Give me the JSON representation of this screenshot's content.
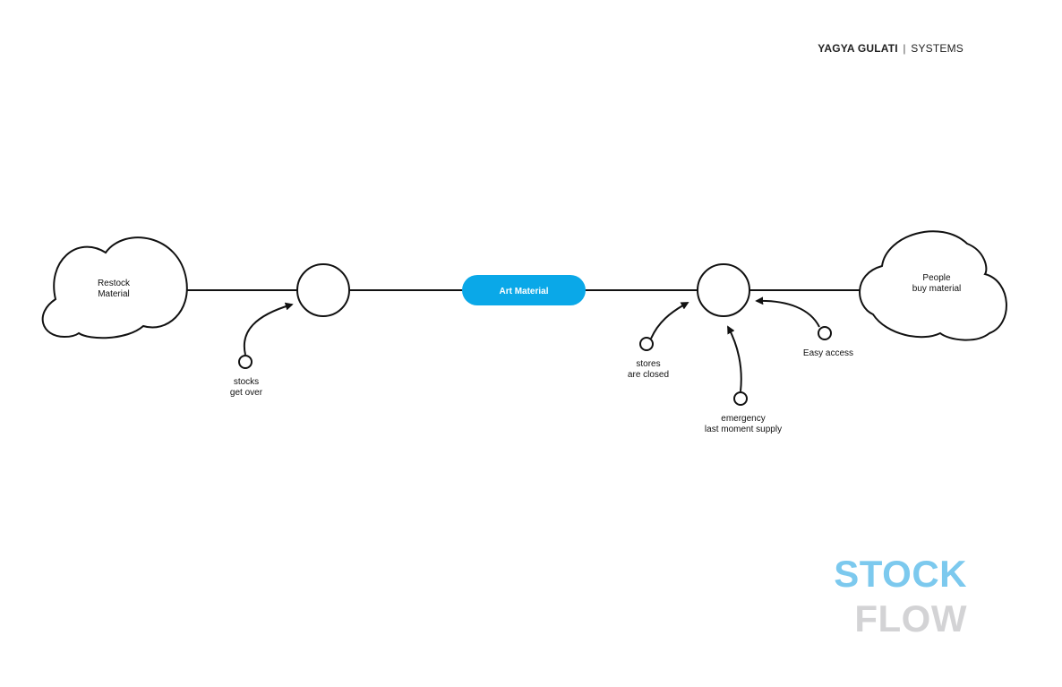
{
  "header": {
    "author": "YAGYA GULATI",
    "separator": "|",
    "section": "SYSTEMS"
  },
  "diagram": {
    "source_cloud": [
      "Restock",
      "Material"
    ],
    "sink_cloud": [
      "People",
      "buy material"
    ],
    "stock": "Art Material",
    "inflow_factors": [
      {
        "lines": [
          "stocks",
          "get over"
        ]
      }
    ],
    "outflow_factors": [
      {
        "lines": [
          "stores",
          "are closed"
        ]
      },
      {
        "lines": [
          "emergency",
          "last moment supply"
        ]
      },
      {
        "lines": [
          "Easy access"
        ]
      }
    ]
  },
  "title": {
    "line1": "STOCK",
    "line2": "FLOW"
  },
  "colors": {
    "stock_fill": "#0aa8e8",
    "title_line1": "#7cc9ee",
    "title_line2": "#d3d3d5",
    "stroke": "#111111"
  }
}
